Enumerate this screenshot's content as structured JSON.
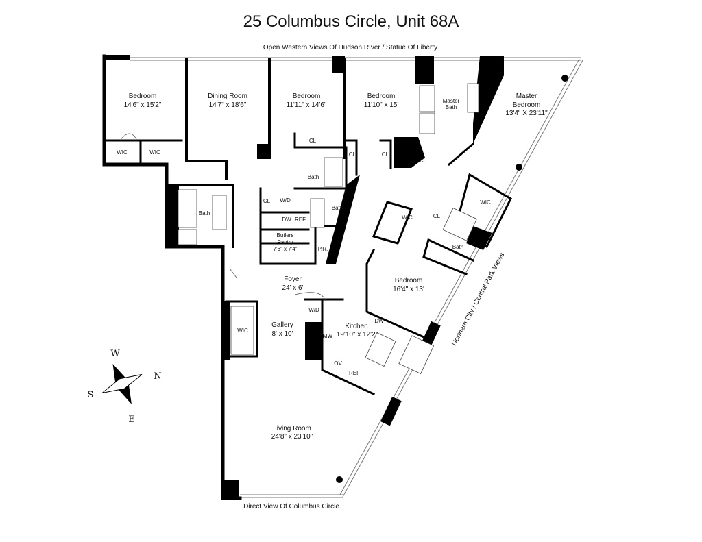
{
  "title": "25 Columbus Circle, Unit 68A",
  "views": {
    "top": "Open Western Views Of Hudson RIver / Statue Of Liberty",
    "right": "Northern City / Central Park Views",
    "bottom": "Direct View Of Columbus Circle"
  },
  "rooms": {
    "bedroom1": {
      "name": "Bedroom",
      "dims": "14'6\" x 15'2\""
    },
    "dining": {
      "name": "Dining Room",
      "dims": "14'7\" x 18'6\""
    },
    "bedroom2": {
      "name": "Bedroom",
      "dims": "11'11\" x 14'6\""
    },
    "bedroom3": {
      "name": "Bedroom",
      "dims": "11'10\" x 15'"
    },
    "master_bath": {
      "name": "Master",
      "name2": "Bath"
    },
    "master_bedroom": {
      "name": "Master",
      "name2": "Bedroom",
      "dims": "13'4\" X 23'11\""
    },
    "pantry": {
      "name": "Butlers",
      "name2": "Pantry",
      "dims": "7'6\" x 7'4\""
    },
    "foyer": {
      "name": "Foyer",
      "dims": "24' x 6'"
    },
    "gallery": {
      "name": "Gallery",
      "dims": "8' x 10'"
    },
    "bedroom4": {
      "name": "Bedroom",
      "dims": "16'4\" x 13'"
    },
    "kitchen": {
      "name": "Kitchen",
      "dims": "19'10\" x 12'2\""
    },
    "living": {
      "name": "Living Room",
      "dims": "24'8\" x 23'10\""
    }
  },
  "small_labels": {
    "wic": "WIC",
    "cl": "CL",
    "bath": "Bath",
    "wd": "W/D",
    "dw": "DW",
    "ref": "REF",
    "pr": "P.R.",
    "mw": "MW",
    "ov": "OV"
  },
  "compass": {
    "n": "N",
    "s": "S",
    "e": "E",
    "w": "W"
  }
}
